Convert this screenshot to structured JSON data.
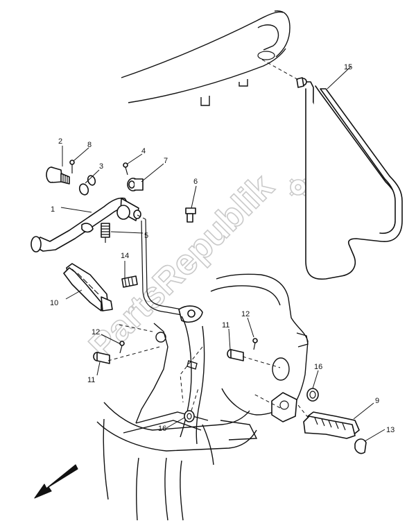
{
  "watermark": {
    "text": "PartsRepublik",
    "color": "#c9c9c9"
  },
  "callouts": {
    "c1": "1",
    "c2": "2",
    "c3": "3",
    "c4": "4",
    "c5": "5",
    "c6": "6",
    "c7": "7",
    "c8": "8",
    "c9": "9",
    "c10": "10",
    "c11a": "11",
    "c11b": "11",
    "c12a": "12",
    "c12b": "12",
    "c13": "13",
    "c14": "14",
    "c15": "15",
    "c16a": "16",
    "c16b": "16"
  },
  "colors": {
    "line": "#111111",
    "background": "#ffffff"
  },
  "icons": {
    "direction": "front-arrow-icon",
    "watermark_gear": "gear-icon"
  }
}
